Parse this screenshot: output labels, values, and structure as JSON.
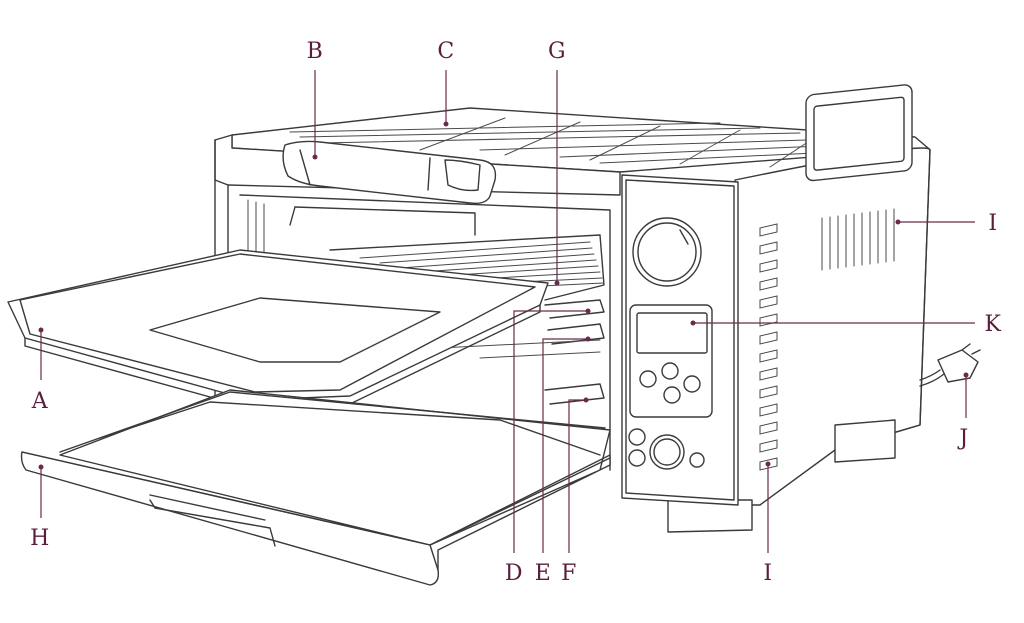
{
  "colors": {
    "line": "#3a3a3a",
    "callout": "#6b2a4a",
    "label": "#5b1d3c",
    "background": "#ffffff"
  },
  "callouts": {
    "A": "A",
    "B": "B",
    "C": "C",
    "D": "D",
    "E": "E",
    "F": "F",
    "G": "G",
    "H": "H",
    "I": "I",
    "J": "J",
    "K": "K"
  }
}
